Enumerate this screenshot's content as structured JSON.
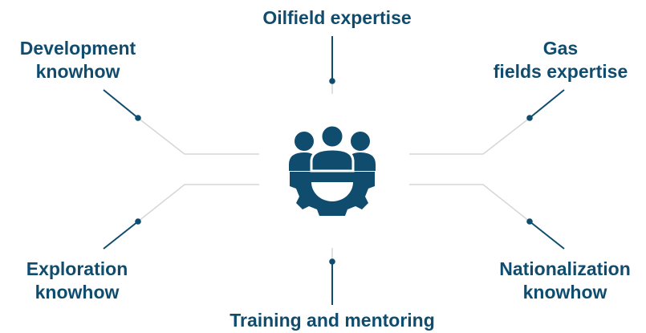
{
  "colors": {
    "accent": "#0f4c6e",
    "connector_light": "#d6d6d6",
    "connector_dark": "#0f4c6e"
  },
  "center": {
    "icon": "team-gear-icon"
  },
  "nodes": {
    "top": {
      "lines": [
        "Oilfield expertise"
      ]
    },
    "top_left": {
      "lines": [
        "Development",
        "knowhow"
      ]
    },
    "top_right": {
      "lines": [
        "Gas",
        "fields expertise"
      ]
    },
    "bottom_left": {
      "lines": [
        "Exploration",
        "knowhow"
      ]
    },
    "bottom_right": {
      "lines": [
        "Nationalization",
        "knowhow"
      ]
    },
    "bottom": {
      "lines": [
        "Training and mentoring"
      ]
    }
  }
}
